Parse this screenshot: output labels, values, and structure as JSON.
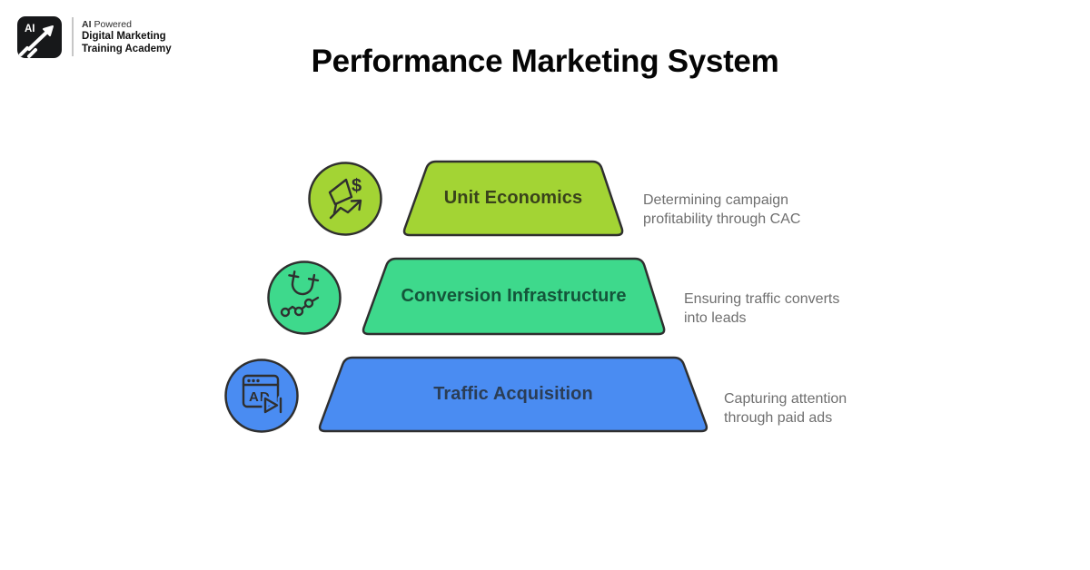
{
  "brand": {
    "logo_monogram": "AI",
    "tagline_bold": "AI",
    "tagline_rest": "Powered",
    "name_line1": "Digital Marketing",
    "name_line2": "Training Academy"
  },
  "title": "Performance Marketing System",
  "colors": {
    "background": "#ffffff",
    "outline": "#2f2f2f",
    "logo_bg": "#17181a",
    "divider": "#c7c7c7",
    "description_text": "#6f6f6f"
  },
  "levels": [
    {
      "label": "Unit Economics",
      "fill": "#a3d434",
      "label_color": "#39421b",
      "icon": "megaphone-dollar-growth-icon",
      "desc_lines": [
        "Determining campaign",
        "profitability through CAC"
      ]
    },
    {
      "label": "Conversion Infrastructure",
      "fill": "#3ed98c",
      "label_color": "#14553a",
      "icon": "magnet-analytics-icon",
      "desc_lines": [
        "Ensuring traffic converts",
        "into leads"
      ]
    },
    {
      "label": "Traffic Acquisition",
      "fill": "#4a8cf2",
      "label_color": "#2b3d55",
      "icon": "ad-browser-icon",
      "desc_lines": [
        "Capturing attention",
        "through paid ads"
      ]
    }
  ]
}
